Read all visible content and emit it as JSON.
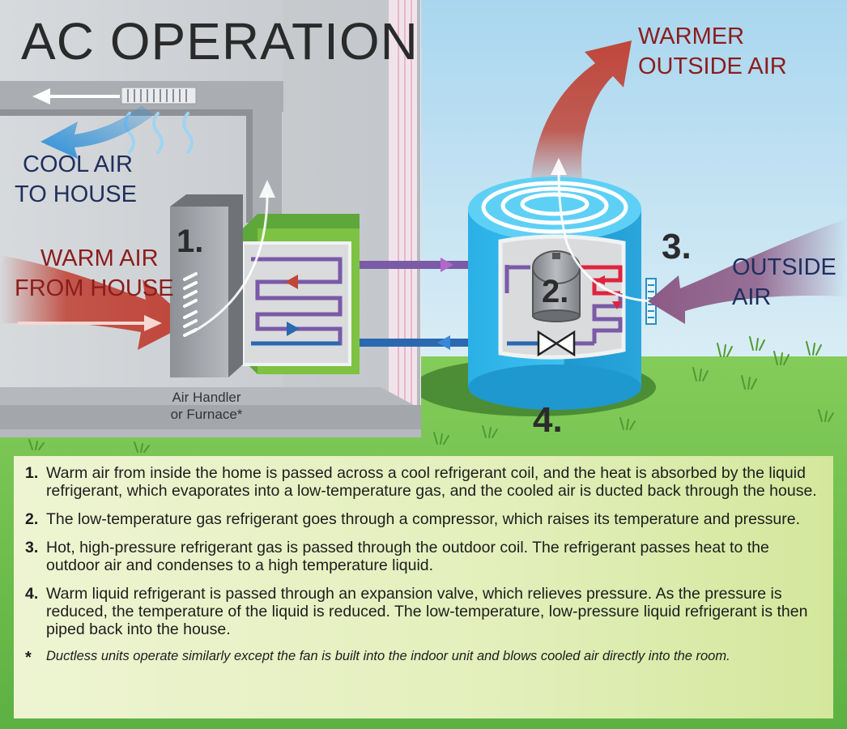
{
  "title": "AC OPERATION",
  "labels": {
    "cool_air_line1": "COOL AIR",
    "cool_air_line2": "TO HOUSE",
    "warm_air_line1": "WARM AIR",
    "warm_air_line2": "FROM HOUSE",
    "warmer_outside_line1": "WARMER",
    "warmer_outside_line2": "OUTSIDE AIR",
    "outside_air_line1": "OUTSIDE",
    "outside_air_line2": "AIR",
    "air_handler_line1": "Air Handler",
    "air_handler_line2": "or Furnace*",
    "num1": "1.",
    "num2": "2.",
    "num3": "3.",
    "num4": "4."
  },
  "steps": [
    {
      "num": "1.",
      "text": "Warm air from inside the home is passed across a cool refrigerant coil, and the heat is absorbed by the liquid refrigerant, which evaporates into a low-temperature gas, and the cooled air is ducted back through the house."
    },
    {
      "num": "2.",
      "text": "The low-temperature gas refrigerant goes through a compressor, which raises its temperature and pressure."
    },
    {
      "num": "3.",
      "text": "Hot, high-pressure refrigerant gas is passed through the outdoor coil. The refrigerant passes heat to the outdoor air and condenses to a high temperature liquid."
    },
    {
      "num": "4.",
      "text": "Warm liquid refrigerant is passed through an expansion valve, which relieves pressure. As the pressure is reduced, the temperature of the liquid is reduced. The low-temperature, low-pressure liquid refrigerant is then piped back into the house."
    }
  ],
  "footnote": {
    "mark": "*",
    "text": "Ductless units operate similarly except the fan is built into the indoor unit and blows cooled air directly into the room."
  },
  "colors": {
    "warm_arrow": "#c0463a",
    "cool_arrow": "#2a8fd8",
    "outside_arrow": "#8c5a86",
    "unit_blue": "#2fb6e8",
    "coil_green": "#7dc242",
    "grass": "#6fbf4a",
    "sky": "#b9def0",
    "pipe_purple": "#7b5aa6",
    "pipe_blue": "#2a68b0",
    "hot_red": "#e0233d"
  }
}
